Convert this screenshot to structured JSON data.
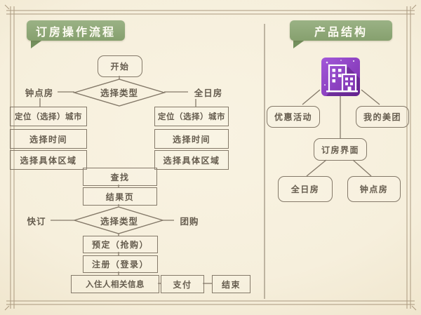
{
  "left_panel": {
    "title": "订房操作流程",
    "start": "开始",
    "decision1": "选择类型",
    "branch_hourly": "钟点房",
    "branch_fullday": "全日房",
    "left_steps": [
      "定位（选择）城市",
      "选择时间",
      "选择具体区域"
    ],
    "right_steps": [
      "定位（选择）城市",
      "选择时间",
      "选择具体区域"
    ],
    "search": "查找",
    "results": "结果页",
    "decision2": "选择类型",
    "branch_quick": "快订",
    "branch_group": "团购",
    "reserve": "预定（抢购）",
    "register": "注册（登录）",
    "guest_info": "入住人相关信息",
    "pay": "支付",
    "end": "结束"
  },
  "right_panel": {
    "title": "产品结构",
    "icon": "hotel-app-icon",
    "promotions": "优惠活动",
    "my_meituan": "我的美团",
    "booking_ui": "订房界面",
    "fullday": "全日房",
    "hourly": "钟点房"
  },
  "colors": {
    "bubble_green": "#8ba877",
    "icon_purple": "#8a3fc6",
    "line": "#847969",
    "text": "#655c4e",
    "paper": "#f6efdc"
  }
}
